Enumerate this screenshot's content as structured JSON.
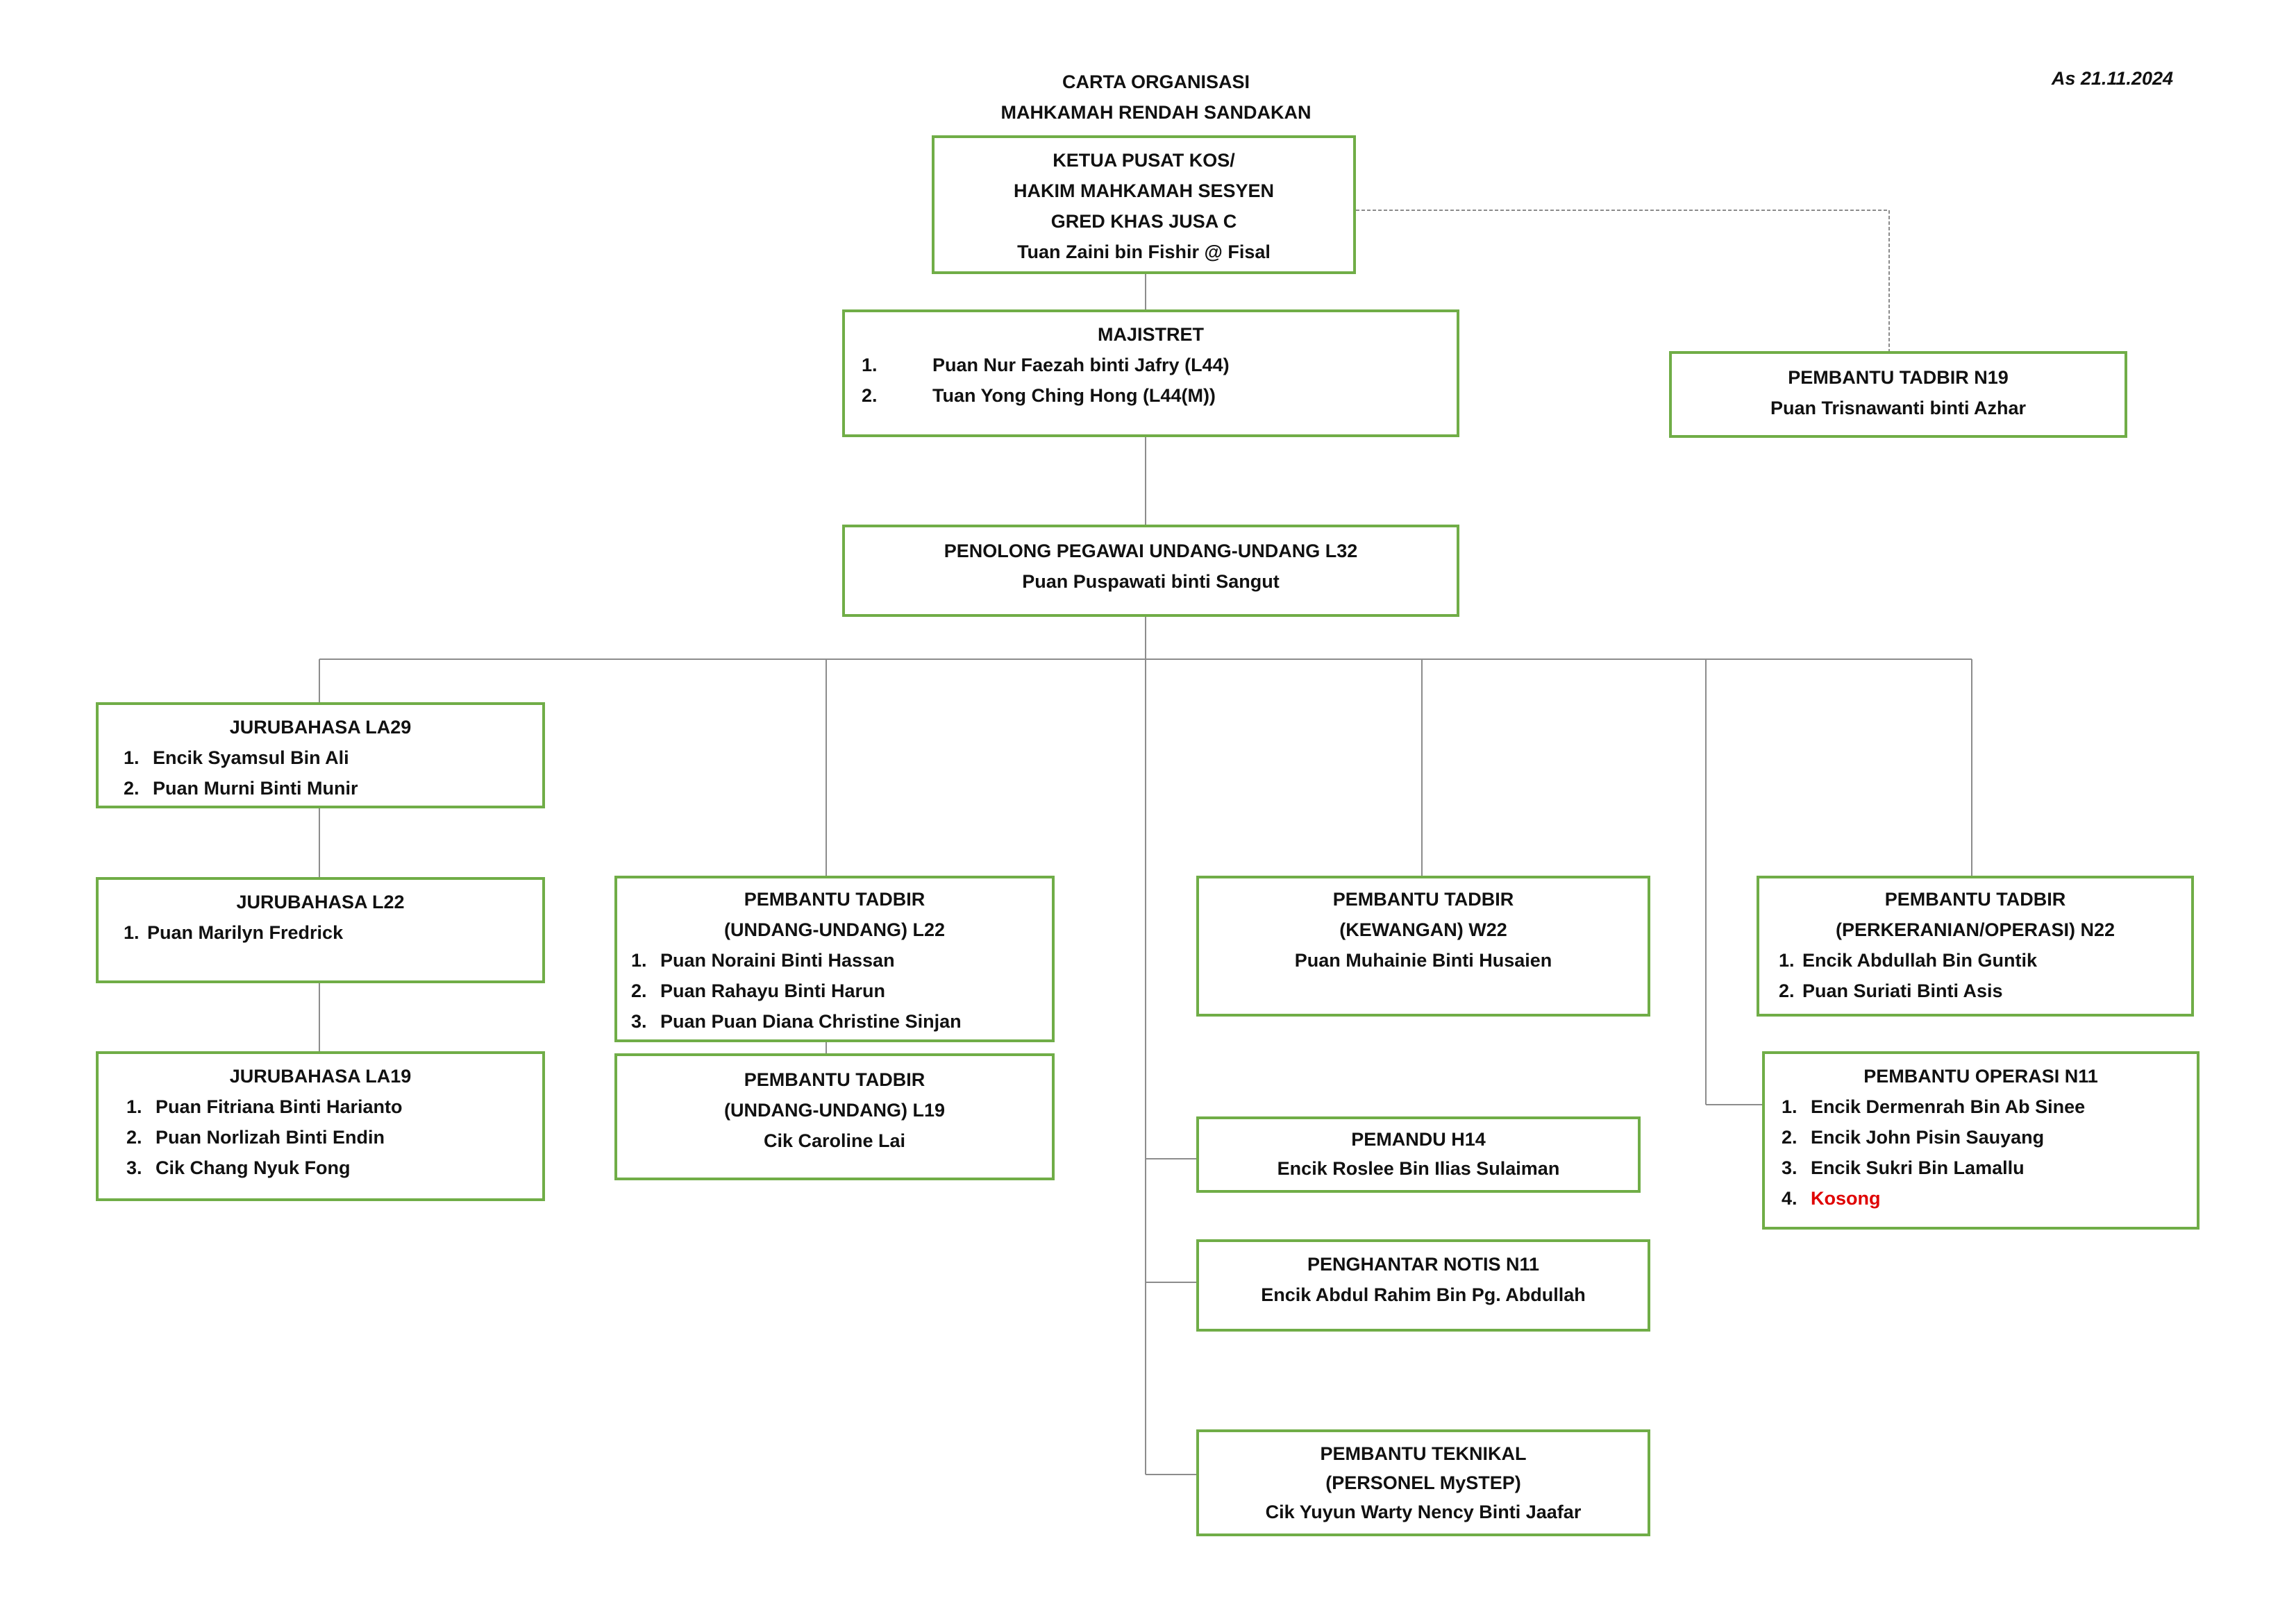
{
  "title": {
    "line1": "CARTA ORGANISASI",
    "line2": "MAHKAMAH RENDAH SANDAKAN"
  },
  "date": "As 21.11.2024",
  "ketua": {
    "lines": [
      "KETUA PUSAT KOS/",
      "HAKIM MAHKAMAH SESYEN",
      "GRED KHAS JUSA C",
      "Tuan Zaini bin Fishir @ Fisal"
    ]
  },
  "majistret": {
    "title": "MAJISTRET",
    "items": [
      {
        "num": "1.",
        "text": "Puan Nur Faezah binti Jafry (L44)"
      },
      {
        "num": "2.",
        "text": "Tuan Yong Ching Hong (L44(M))"
      }
    ]
  },
  "pt_n19": {
    "title": "PEMBANTU TADBIR N19",
    "name": "Puan Trisnawanti binti Azhar"
  },
  "ppuu": {
    "title": "PENOLONG PEGAWAI UNDANG-UNDANG L32",
    "name": "Puan Puspawati binti Sangut"
  },
  "jb_la29": {
    "title": "JURUBAHASA LA29",
    "items": [
      {
        "num": "1.",
        "text": "Encik Syamsul Bin Ali"
      },
      {
        "num": "2.",
        "text": "Puan Murni Binti Munir"
      }
    ]
  },
  "jb_l22": {
    "title": "JURUBAHASA L22",
    "items": [
      {
        "num": "1.",
        "text": "Puan Marilyn Fredrick"
      }
    ]
  },
  "jb_la19": {
    "title": "JURUBAHASA LA19",
    "items": [
      {
        "num": "1.",
        "text": "Puan Fitriana Binti Harianto"
      },
      {
        "num": "2.",
        "text": "Puan Norlizah Binti Endin"
      },
      {
        "num": "3.",
        "text": "Cik Chang Nyuk Fong"
      }
    ]
  },
  "pt_uu_l22": {
    "title1": "PEMBANTU TADBIR",
    "title2": "(UNDANG-UNDANG) L22",
    "items": [
      {
        "num": "1.",
        "text": "Puan Noraini Binti Hassan"
      },
      {
        "num": "2.",
        "text": "Puan Rahayu Binti Harun"
      },
      {
        "num": "3.",
        "text": "Puan Puan Diana Christine Sinjan"
      }
    ]
  },
  "pt_uu_l19": {
    "title1": "PEMBANTU TADBIR",
    "title2": "(UNDANG-UNDANG) L19",
    "name": "Cik Caroline Lai"
  },
  "pt_w22": {
    "title1": "PEMBANTU TADBIR",
    "title2": "(KEWANGAN) W22",
    "name": "Puan Muhainie Binti Husaien"
  },
  "pt_n22": {
    "title1": "PEMBANTU TADBIR",
    "title2": "(PERKERANIAN/OPERASI) N22",
    "items": [
      {
        "num": "1.",
        "text": "Encik Abdullah Bin Guntik"
      },
      {
        "num": "2.",
        "text": "Puan Suriati Binti Asis"
      }
    ]
  },
  "po_n11": {
    "title": "PEMBANTU OPERASI N11",
    "items": [
      {
        "num": "1.",
        "text": "Encik Dermenrah Bin Ab Sinee"
      },
      {
        "num": "2.",
        "text": "Encik John Pisin Sauyang"
      },
      {
        "num": "3.",
        "text": "Encik Sukri Bin Lamallu"
      },
      {
        "num": "4.",
        "text": "Kosong"
      }
    ]
  },
  "pemandu": {
    "title": "PEMANDU H14",
    "name": "Encik Roslee Bin Ilias Sulaiman"
  },
  "notis": {
    "title": "PENGHANTAR NOTIS N11",
    "name": "Encik Abdul Rahim Bin Pg. Abdullah"
  },
  "teknikal": {
    "title1": "PEMBANTU TEKNIKAL",
    "title2": "(PERSONEL MySTEP)",
    "name": "Cik Yuyun Warty Nency Binti Jaafar"
  }
}
